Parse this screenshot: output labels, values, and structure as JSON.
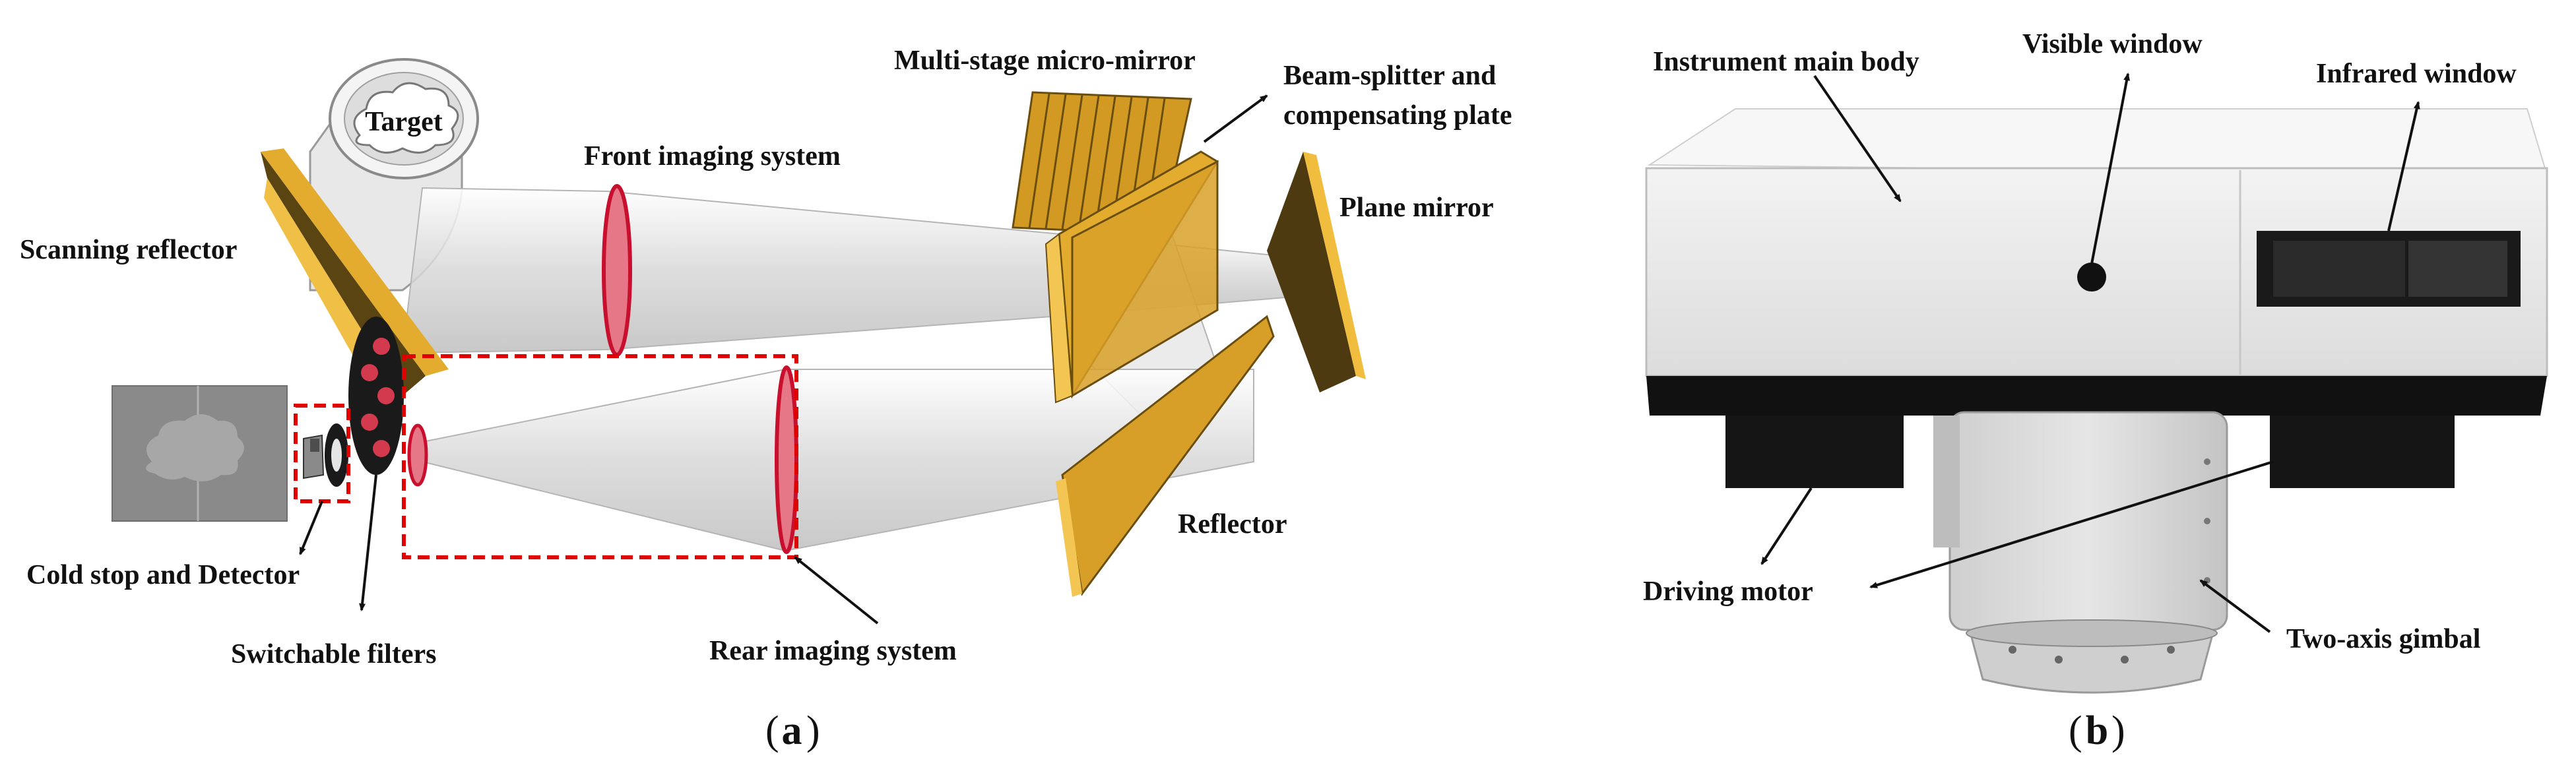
{
  "panel_a": {
    "caption": "a",
    "labels": {
      "target": "Target",
      "front_imaging": "Front imaging system",
      "multistage_mirror": "Multi-stage micro-mirror",
      "beam_splitter_1": "Beam-splitter and",
      "beam_splitter_2": "compensating plate",
      "plane_mirror": "Plane mirror",
      "scanning_reflector": "Scanning reflector",
      "reflector": "Reflector",
      "cold_stop": "Cold stop and Detector",
      "switchable_filters": "Switchable filters",
      "rear_imaging": "Rear imaging system"
    }
  },
  "panel_b": {
    "caption": "b",
    "labels": {
      "main_body": "Instrument main body",
      "visible_window": "Visible window",
      "infrared_window": "Infrared window",
      "driving_motor": "Driving motor",
      "gimbal": "Two-axis gimbal"
    }
  },
  "colors": {
    "mirror_gold": "#d9a62e",
    "mirror_dark": "#4a3a10",
    "lens_red": "#c8102e",
    "dashed_box": "#e00000",
    "beam": "#e6e6e6",
    "body_gray": "#e9e9e9",
    "black": "#111111"
  }
}
